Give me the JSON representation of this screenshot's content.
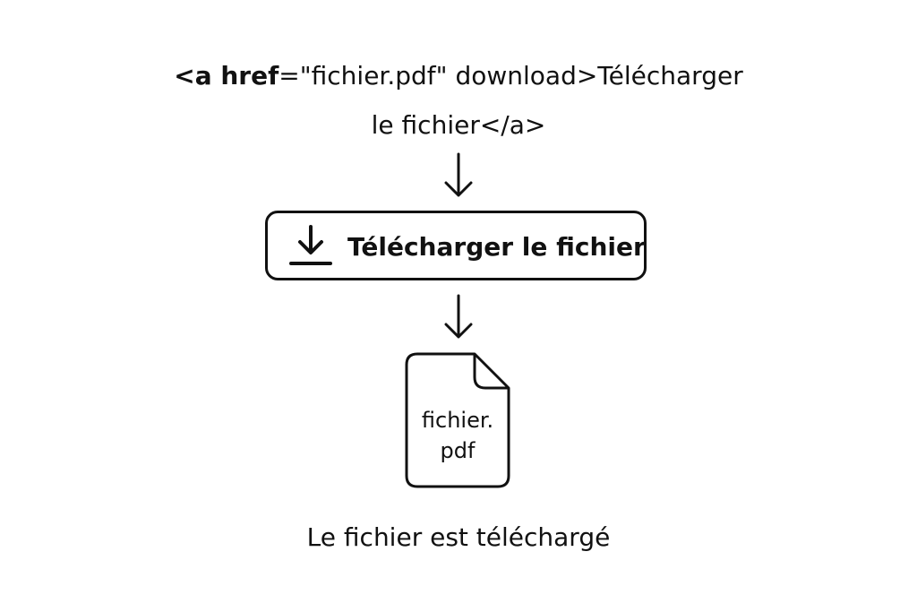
{
  "code": {
    "tag_open": "<a href",
    "line1_rest": "=\"fichier.pdf\" download>Télécharger",
    "line2": "le fichier</a>"
  },
  "button": {
    "label": "Télécharger le fichier",
    "icon": "download-icon"
  },
  "file": {
    "icon": "file-icon",
    "name": "fichier.\npdf"
  },
  "caption": "Le fichier est téléchargé"
}
